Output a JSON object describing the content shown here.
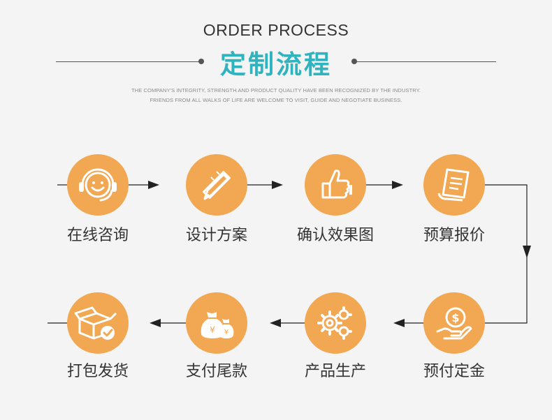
{
  "header": {
    "title_en": "ORDER PROCESS",
    "title_zh": "定制流程",
    "tagline_line1": "THE COMPANY'S INTEGRITY, STRENGTH AND PRODUCT QUALITY HAVE BEEN RECOGNIZED BY THE INDUSTRY.",
    "tagline_line2": "FRIENDS FROM ALL WALKS OF LIFE ARE WELCOME TO VISIT, GUIDE AND NEGOTIATE BUSINESS."
  },
  "colors": {
    "circle": "#f2a752",
    "title_accent": "#2fb3bf",
    "line": "#222222"
  },
  "steps": [
    {
      "label": "在线咨询",
      "icon": "headset-icon"
    },
    {
      "label": "设计方案",
      "icon": "pencil-ruler-icon"
    },
    {
      "label": "确认效果图",
      "icon": "thumbs-up-icon"
    },
    {
      "label": "预算报价",
      "icon": "quotation-document-icon"
    },
    {
      "label": "预付定金",
      "icon": "coin-hand-icon"
    },
    {
      "label": "产品生产",
      "icon": "gears-icon"
    },
    {
      "label": "支付尾款",
      "icon": "money-bags-icon"
    },
    {
      "label": "打包发货",
      "icon": "package-box-icon"
    }
  ]
}
